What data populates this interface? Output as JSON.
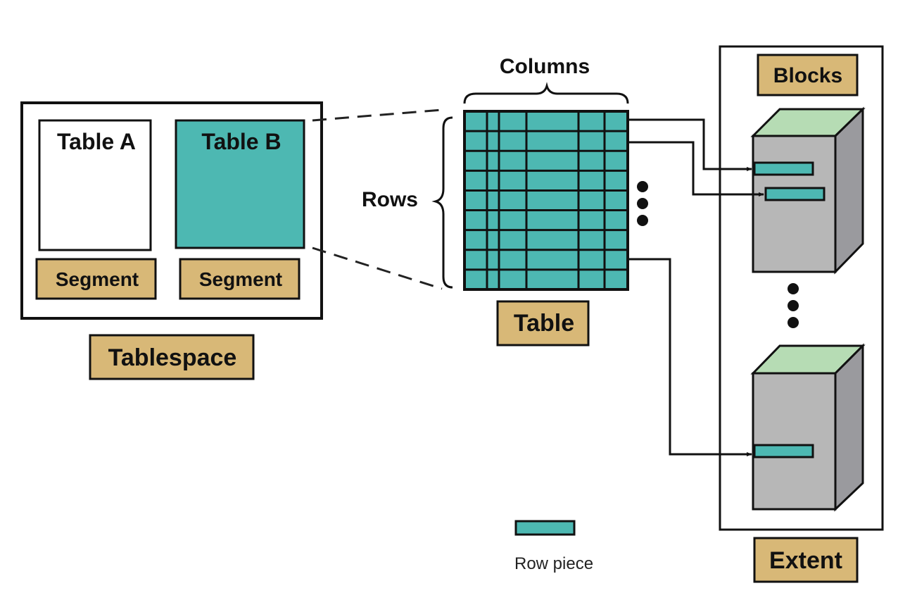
{
  "title": "Oracle storage structures: Tablespace, Segment, Table, Rows, Blocks, Extent",
  "colors": {
    "teal": "#4db8b2",
    "tan": "#d8b877",
    "block_front": "#b7b7b7",
    "block_side": "#9a9a9e",
    "block_top": "#b6dcb4",
    "stroke": "#111111"
  },
  "tablespace": {
    "label": "Tablespace",
    "tables": [
      {
        "label": "Table A",
        "filled": false,
        "segment_label": "Segment"
      },
      {
        "label": "Table B",
        "filled": true,
        "segment_label": "Segment"
      }
    ]
  },
  "table": {
    "label": "Table",
    "columns_label": "Columns",
    "rows_label": "Rows",
    "row_count": 9,
    "column_count": 6
  },
  "extent": {
    "label": "Extent",
    "blocks_label": "Blocks",
    "blocks": [
      {
        "row_pieces": 2
      },
      {
        "row_pieces": 1
      }
    ]
  },
  "legend": {
    "row_piece_label": "Row piece"
  }
}
